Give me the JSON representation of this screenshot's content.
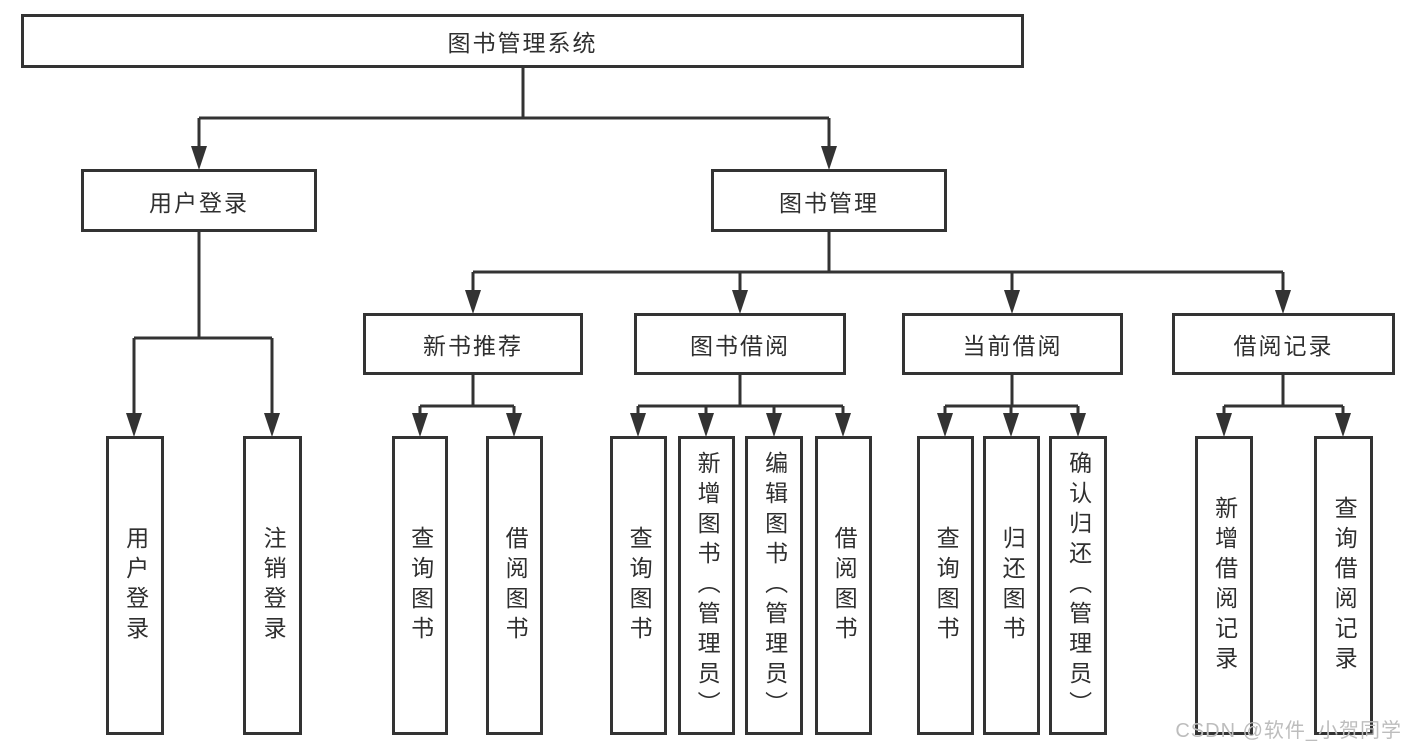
{
  "diagram": {
    "root": {
      "label": "图书管理系统"
    },
    "branches": [
      {
        "label": "用户登录",
        "children": [
          {
            "label": "用户登录"
          },
          {
            "label": "注销登录"
          }
        ]
      },
      {
        "label": "图书管理",
        "children": [
          {
            "label": "新书推荐",
            "children": [
              {
                "label": "查询图书"
              },
              {
                "label": "借阅图书"
              }
            ]
          },
          {
            "label": "图书借阅",
            "children": [
              {
                "label": "查询图书"
              },
              {
                "label": "新增图书（管理员）"
              },
              {
                "label": "编辑图书（管理员）"
              },
              {
                "label": "借阅图书"
              }
            ]
          },
          {
            "label": "当前借阅",
            "children": [
              {
                "label": "查询图书"
              },
              {
                "label": "归还图书"
              },
              {
                "label": "确认归还（管理员）"
              }
            ]
          },
          {
            "label": "借阅记录",
            "children": [
              {
                "label": "新增借阅记录"
              },
              {
                "label": "查询借阅记录"
              }
            ]
          }
        ]
      }
    ]
  },
  "watermark": {
    "text": "CSDN @软件_小贺同学"
  },
  "colors": {
    "line": "#333333",
    "box_border": "#333333",
    "text": "#2f2f2f",
    "watermark": "#bdbdbd",
    "background": "#ffffff"
  }
}
